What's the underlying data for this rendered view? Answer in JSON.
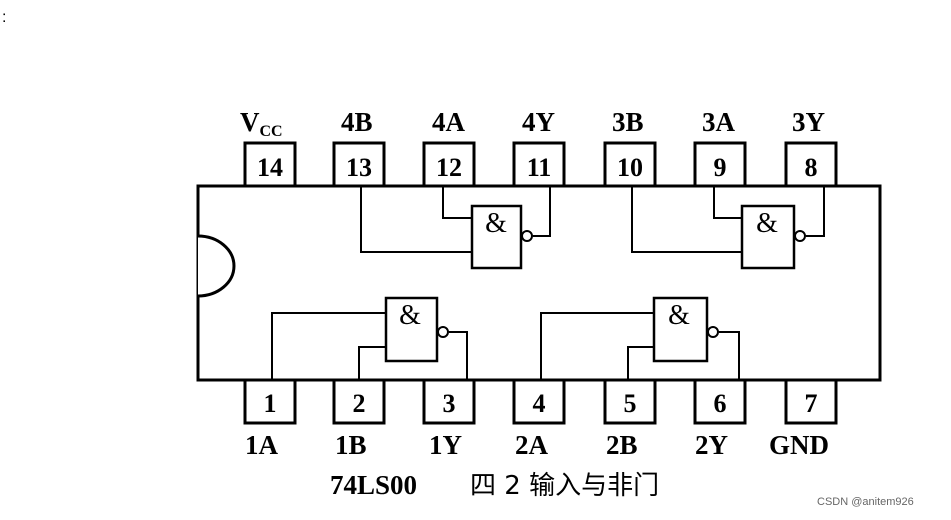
{
  "leading_mark": ":",
  "vcc": {
    "main": "V",
    "sub": "CC"
  },
  "top_labels": [
    "4B",
    "4A",
    "4Y",
    "3B",
    "3A",
    "3Y"
  ],
  "top_pins": [
    "14",
    "13",
    "12",
    "11",
    "10",
    "9",
    "8"
  ],
  "bottom_pins": [
    "1",
    "2",
    "3",
    "4",
    "5",
    "6",
    "7"
  ],
  "bottom_labels": [
    "1A",
    "1B",
    "1Y",
    "2A",
    "2B",
    "2Y",
    "GND"
  ],
  "gate_symbol": "&",
  "caption": {
    "part": "74LS00",
    "description": "四 2 输入与非门"
  },
  "watermark": "CSDN @anitem926"
}
